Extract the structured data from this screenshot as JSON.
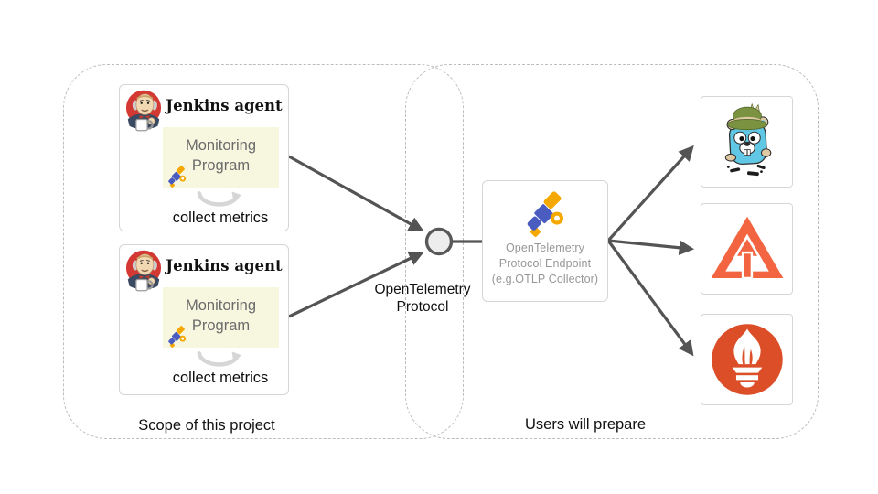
{
  "regions": {
    "scope": {
      "label": "Scope of this project"
    },
    "users": {
      "label": "Users will prepare"
    }
  },
  "agents": [
    {
      "title": "Jenkins agent",
      "program_line1": "Monitoring",
      "program_line2": "Program",
      "caption": "collect metrics"
    },
    {
      "title": "Jenkins agent",
      "program_line1": "Monitoring",
      "program_line2": "Program",
      "caption": "collect metrics"
    }
  ],
  "protocol": {
    "line1": "OpenTelemetry",
    "line2": "Protocol"
  },
  "endpoint": {
    "line1": "OpenTelemetry",
    "line2": "Protocol Endpoint",
    "line3": "(e.g.OTLP Collector)"
  },
  "backends": [
    {
      "icon": "jaeger-gopher-logo"
    },
    {
      "icon": "zipkin-pyramid-logo"
    },
    {
      "icon": "prometheus-logo"
    }
  ],
  "icons": {
    "agent_badge": "jenkins-butler-icon",
    "monitoring": "opentelemetry-telescope-icon",
    "loop": "collect-loop-arrow-icon"
  },
  "colors": {
    "arrow": "#545454",
    "dashed_border": "#bdbdbd",
    "card_border": "#d6d6d6",
    "program_bg": "#f7f7e0",
    "otel_blue": "#4a5cc0",
    "otel_orange": "#f5a800",
    "jenkins_red": "#d33833",
    "jaeger_blue": "#60c7e5",
    "jaeger_hat_green": "#7b9340",
    "zipkin_orange": "#f26540",
    "prometheus_orange": "#dc4e28"
  }
}
